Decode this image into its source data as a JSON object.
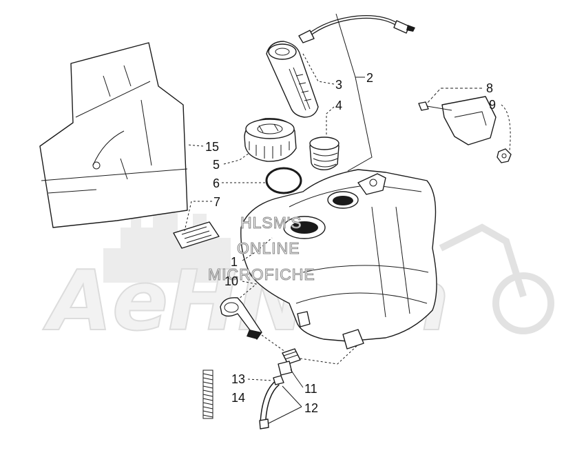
{
  "watermark": {
    "line1": "HLSM'S",
    "line2": "ONLINE",
    "line3": "MICROFICHE",
    "brand": "AeHNom"
  },
  "callouts": [
    {
      "id": "1",
      "label": "1"
    },
    {
      "id": "2",
      "label": "2"
    },
    {
      "id": "3",
      "label": "3"
    },
    {
      "id": "4",
      "label": "4"
    },
    {
      "id": "5",
      "label": "5"
    },
    {
      "id": "6",
      "label": "6"
    },
    {
      "id": "7",
      "label": "7"
    },
    {
      "id": "8",
      "label": "8"
    },
    {
      "id": "9",
      "label": "9"
    },
    {
      "id": "10",
      "label": "10"
    },
    {
      "id": "11",
      "label": "11"
    },
    {
      "id": "12",
      "label": "12"
    },
    {
      "id": "13",
      "label": "13"
    },
    {
      "id": "14",
      "label": "14"
    },
    {
      "id": "15",
      "label": "15"
    }
  ]
}
